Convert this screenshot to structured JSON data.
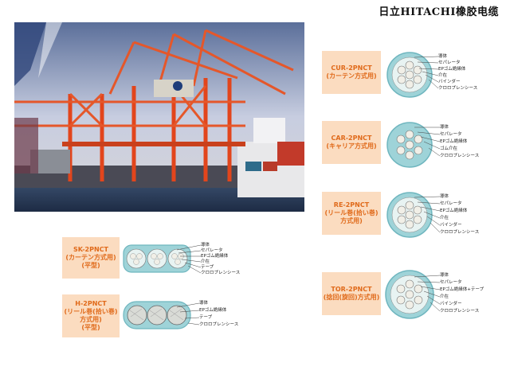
{
  "header": {
    "title": "日立HITACHI橡胶电缆"
  },
  "colors": {
    "label_bg": "#fbdcc0",
    "label_text": "#e06a1a",
    "sheath": "#9ed3d8",
    "sheath_dark": "#6fb6bf",
    "core": "#f1efe7"
  },
  "cables_right": [
    {
      "name": "CUR-2PNCT",
      "use": "(カーテン方式用)",
      "parts": [
        "導体",
        "セパレータ",
        "EPゴム絶縁体",
        "介在",
        "バインダー",
        "クロロプレンシース"
      ]
    },
    {
      "name": "CAR-2PNCT",
      "use": "(キャリア方式用)",
      "parts": [
        "導体",
        "セパレータ",
        "EPゴム絶縁体",
        "ゴム介在",
        "クロロプレンシース"
      ]
    },
    {
      "name": "RE-2PNCT",
      "use": "(リール巻(拾い巻)",
      "use2": "方式用)",
      "parts": [
        "導体",
        "セパレータ",
        "EPゴム絶縁体",
        "介在",
        "バインダー",
        "クロロプレンシース"
      ]
    },
    {
      "name": "TOR-2PNCT",
      "use": "(捻回(旋回)方式用)",
      "parts": [
        "導体",
        "セパレータ",
        "EPゴム絶縁体+テープ",
        "介在",
        "バインダー",
        "クロロプレンシース"
      ]
    }
  ],
  "cables_left": [
    {
      "name": "SK-2PNCT",
      "use": "(カーテン方式用)",
      "use2": "(平型)",
      "parts": [
        "導体",
        "セパレータ",
        "EPゴム絶縁体",
        "介在",
        "テープ",
        "クロロプレンシース"
      ]
    },
    {
      "name": "H-2PNCT",
      "use": "(リール巻(拾い巻)",
      "use2": "方式用)",
      "use3": "(平型)",
      "parts": [
        "導体",
        "EPゴム絶縁体",
        "テープ",
        "クロロプレンシース"
      ]
    }
  ]
}
